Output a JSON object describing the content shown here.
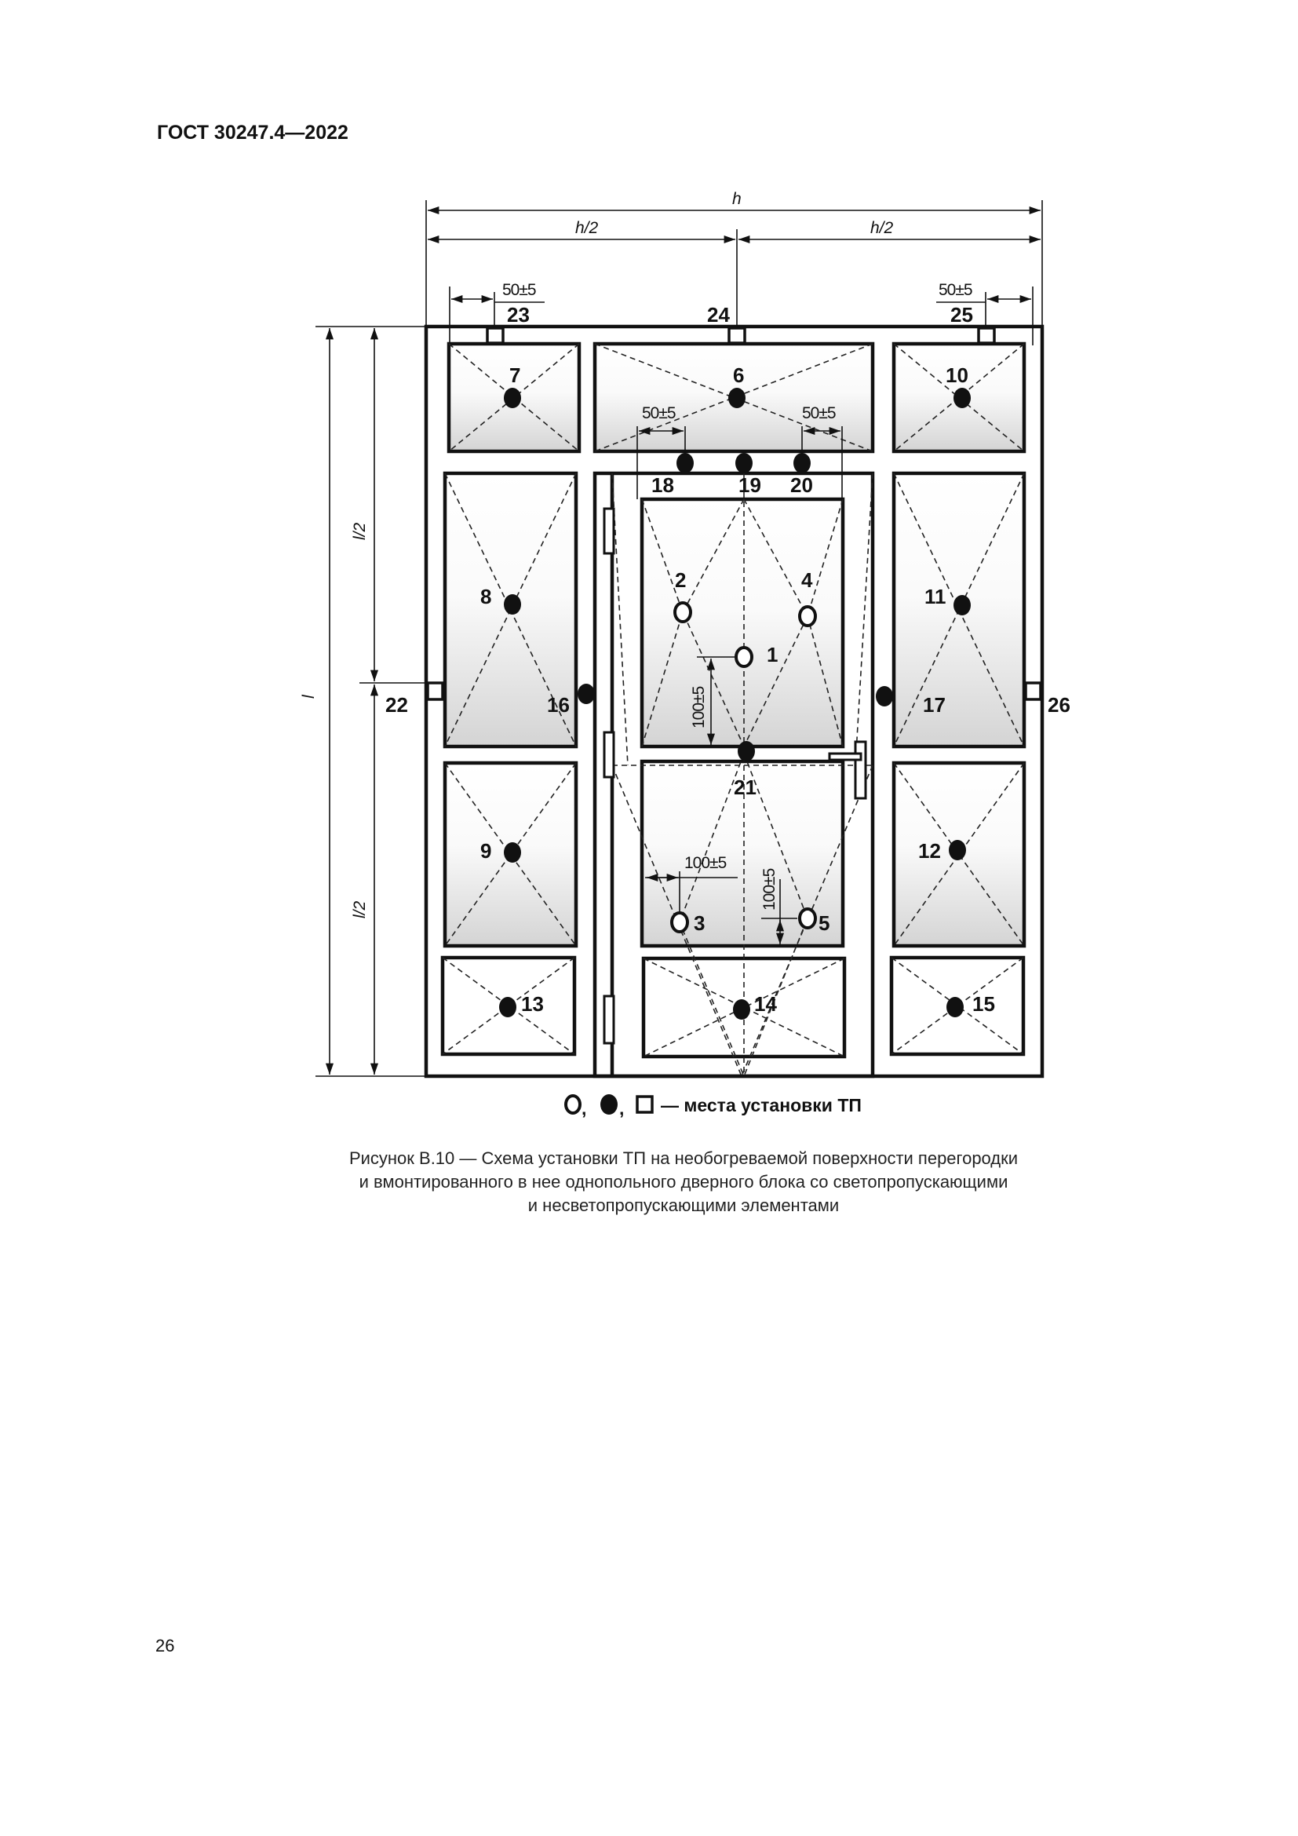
{
  "header": {
    "doc_id": "ГОСТ 30247.4—2022"
  },
  "dimensions": {
    "h": "h",
    "h_half_left": "h/2",
    "h_half_right": "h/2",
    "l": "l",
    "l_half_top": "l/2",
    "l_half_bottom": "l/2",
    "offset_23": "50±5",
    "offset_25": "50±5",
    "offset_18": "50±5",
    "offset_20": "50±5",
    "offset_1": "100±5",
    "offset_3": "100±5",
    "offset_5": "100±5"
  },
  "points": {
    "p1": "1",
    "p2": "2",
    "p3": "3",
    "p4": "4",
    "p5": "5",
    "p6": "6",
    "p7": "7",
    "p8": "8",
    "p9": "9",
    "p10": "10",
    "p11": "11",
    "p12": "12",
    "p13": "13",
    "p14": "14",
    "p15": "15",
    "p16": "16",
    "p17": "17",
    "p18": "18",
    "p19": "19",
    "p20": "20",
    "p21": "21",
    "p22": "22",
    "p23": "23",
    "p24": "24",
    "p25": "25",
    "p26": "26"
  },
  "legend": {
    "separator1": ",",
    "separator2": ",",
    "text": "— места установки ТП"
  },
  "caption": {
    "line1": "Рисунок В.10 — Схема установки ТП на необогреваемой поверхности перегородки",
    "line2": "и вмонтированного в нее однопольного дверного блока со светопропускающими",
    "line3": "и несветопропускающими элементами"
  },
  "page_number": "26"
}
